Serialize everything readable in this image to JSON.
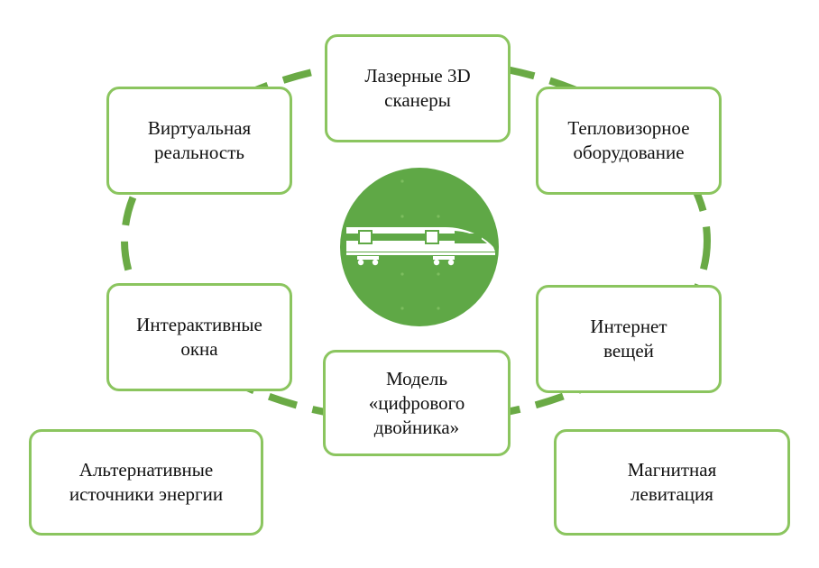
{
  "diagram": {
    "nodes": {
      "laser": "Лазерные 3D\nсканеры",
      "vr": "Виртуальная\nреальность",
      "thermal": "Тепловизорное\nоборудование",
      "windows": "Интерактивные\nокна",
      "iot": "Интернет\nвещей",
      "twin": "Модель\n«цифрового\nдвойника»",
      "energy": "Альтернативные\nисточники энергии",
      "maglev": "Магнитная\nлевитация"
    },
    "center": {
      "icon": "high-speed-train-icon"
    },
    "colors": {
      "accent": "#6aaa45",
      "border": "#8bc55f",
      "hub": "#5fa846",
      "text": "#111111"
    }
  }
}
